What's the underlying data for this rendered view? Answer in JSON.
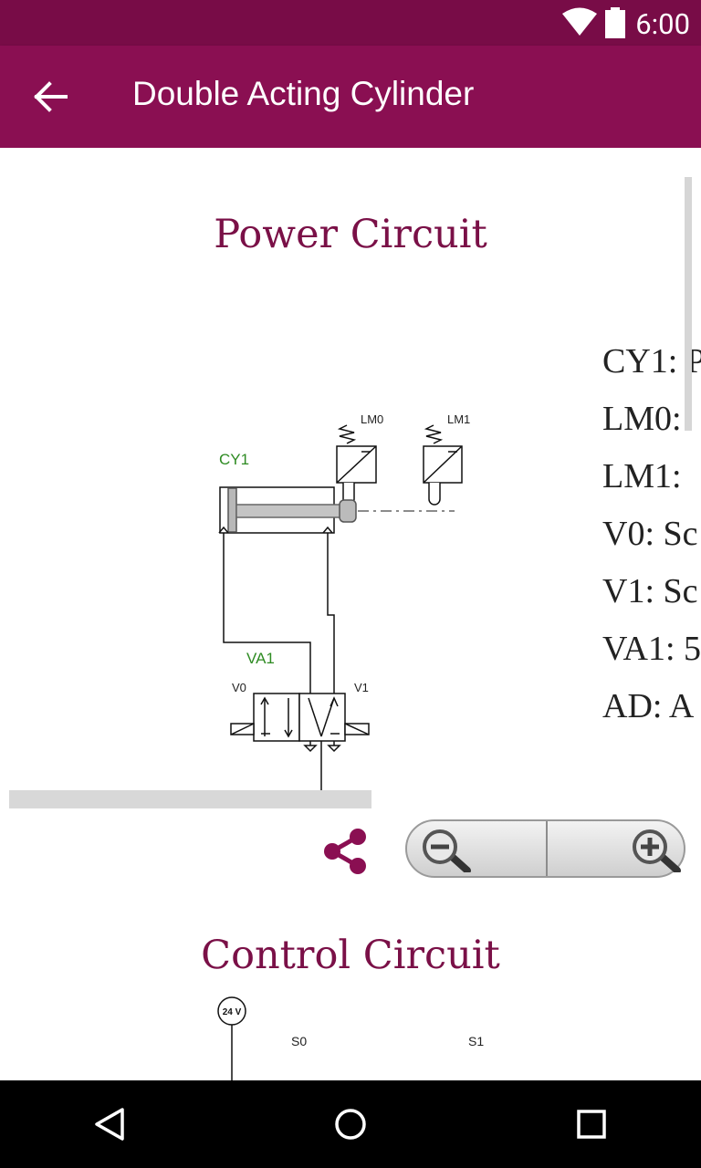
{
  "status_bar": {
    "time": "6:00",
    "wifi_icon": "wifi-icon",
    "battery_icon": "battery-icon"
  },
  "app_bar": {
    "title": "Double Acting Cylinder",
    "back_icon": "arrow-left-icon"
  },
  "power_circuit": {
    "title": "Power Circuit",
    "labels": {
      "cy1": "CY1",
      "lm0": "LM0",
      "lm1": "LM1",
      "va1": "VA1",
      "v0": "V0",
      "v1": "V1",
      "ad": "AD"
    },
    "legend": [
      "CY1: P",
      "LM0: ",
      "LM1: ",
      "V0: Sc",
      "V1: Sc",
      "VA1: 5",
      "AD: A"
    ]
  },
  "controls": {
    "share_icon": "share-icon",
    "zoom_out_icon": "zoom-out-icon",
    "zoom_in_icon": "zoom-in-icon"
  },
  "control_circuit": {
    "title": "Control Circuit",
    "labels": {
      "supply": "24 V",
      "s0": "S0",
      "s1": "S1"
    }
  },
  "nav_bar": {
    "back": "triangle-back-icon",
    "home": "circle-home-icon",
    "recents": "square-recents-icon"
  },
  "colors": {
    "status_bar": "#780c47",
    "app_bar": "#8a0f52",
    "accent_title": "#7a1047",
    "component_label": "#2e8b22"
  }
}
